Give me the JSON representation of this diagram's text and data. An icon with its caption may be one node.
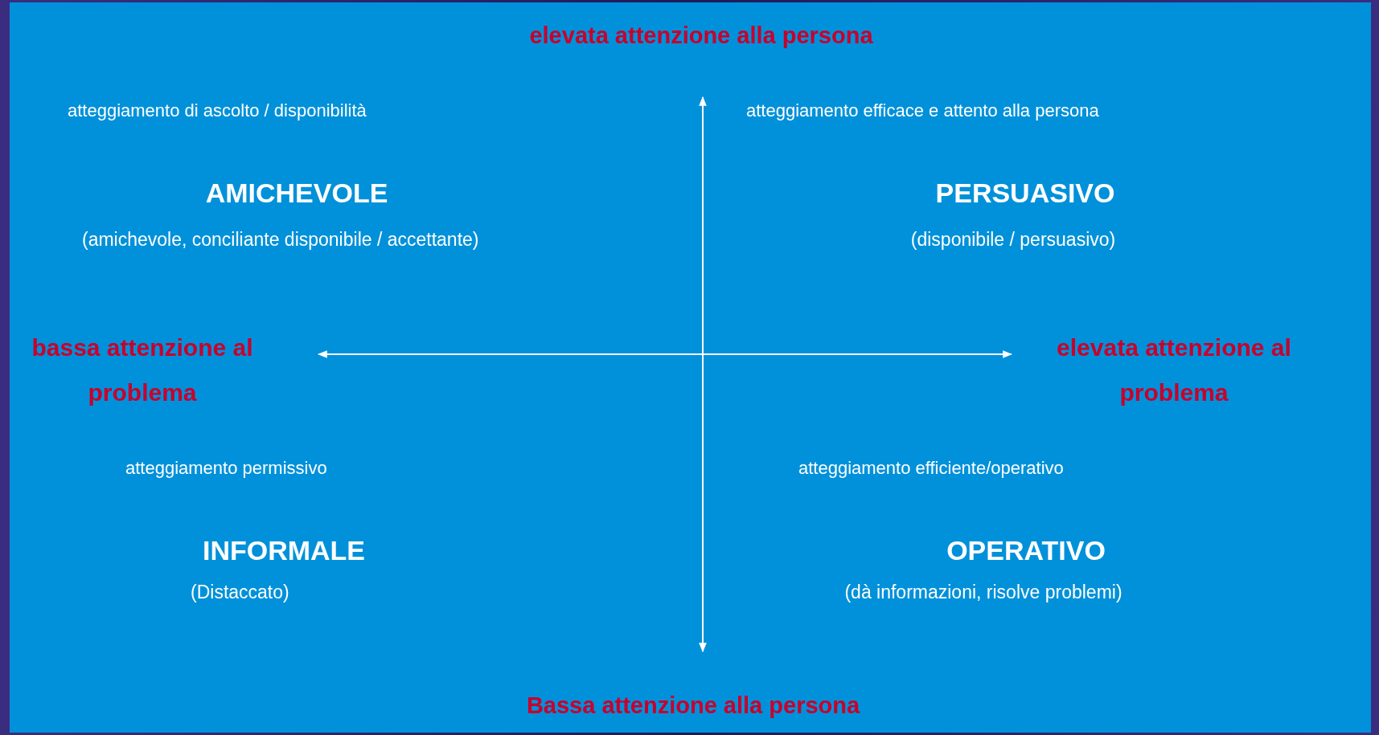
{
  "diagram": {
    "labels": [
      "elevata attenzione alla persona",
      "atteggiamento di ascolto / disponibilità",
      "atteggiamento efficace e attento alla persona",
      "AMICHEVOLE",
      "PERSUASIVO",
      "(amichevole, conciliante disponibile / accettante)",
      "(disponibile / persuasivo)",
      "bassa attenzione al problema",
      "elevata attenzione al problema",
      "atteggiamento permissivo",
      "atteggiamento efficiente/operativo",
      "INFORMALE",
      "OPERATIVO",
      "(Distaccato)",
      "(dà informazioni, risolve problemi)",
      "Bassa attenzione alla persona"
    ]
  }
}
